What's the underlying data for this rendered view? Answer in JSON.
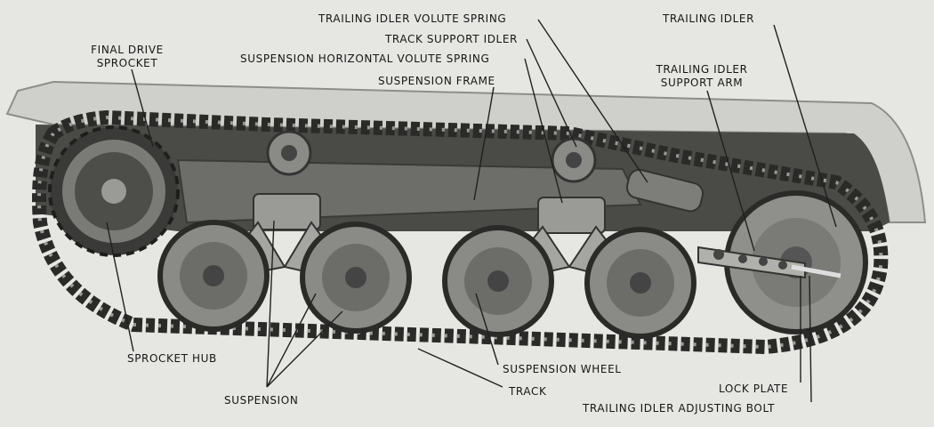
{
  "labels": {
    "trailing_idler_volute_spring": "TRAILING IDLER VOLUTE SPRING",
    "track_support_idler": "TRACK SUPPORT IDLER",
    "suspension_horizontal_volute_spring": "SUSPENSION HORIZONTAL VOLUTE SPRING",
    "suspension_frame": "SUSPENSION FRAME",
    "trailing_idler": "TRAILING IDLER",
    "trailing_idler_support_arm_line1": "TRAILING IDLER",
    "trailing_idler_support_arm_line2": "SUPPORT ARM",
    "final_drive_sprocket_line1": "FINAL DRIVE",
    "final_drive_sprocket_line2": "SPROCKET",
    "sprocket_hub": "SPROCKET HUB",
    "suspension_wheel": "SUSPENSION WHEEL",
    "suspension": "SUSPENSION",
    "track": "TRACK",
    "lock_plate": "LOCK PLATE",
    "trailing_idler_adjusting_bolt": "TRAILING IDLER ADJUSTING BOLT"
  },
  "colors": {
    "background": "#e6e6e3",
    "fender": "#cfcfcb",
    "hull": "#3e3e3c",
    "frame": "#6a6a66",
    "track": "#2a2a28",
    "wheel": "#8a8a86",
    "leader_line": "#202020"
  }
}
